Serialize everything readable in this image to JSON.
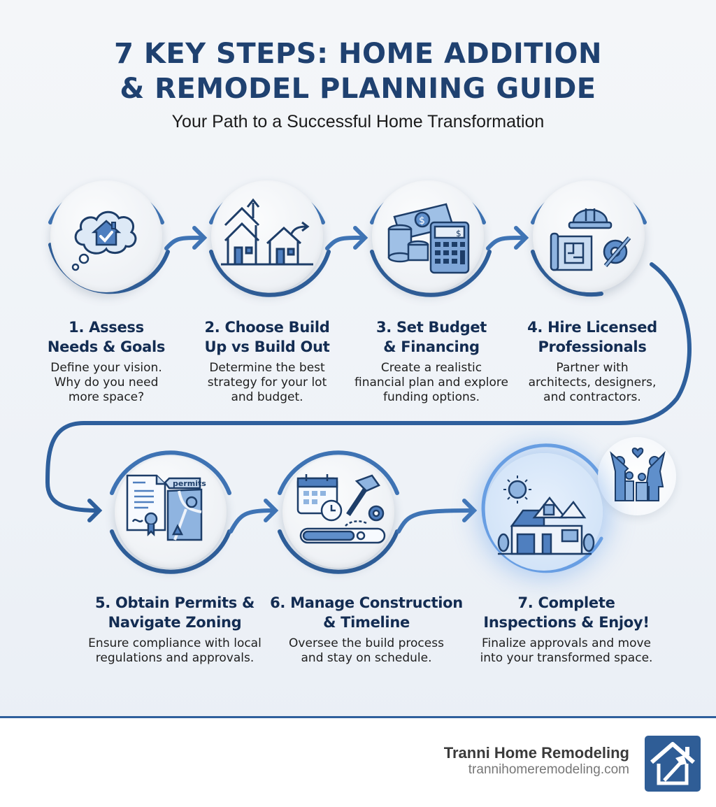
{
  "header": {
    "title_line1": "7 KEY STEPS: HOME ADDITION",
    "title_line2": "& REMODEL PLANNING GUIDE",
    "subtitle": "Your Path to a Successful Home Transformation"
  },
  "colors": {
    "primary": "#1f4170",
    "accent": "#3f74b5",
    "icon_fill": "#8fb4e0",
    "icon_stroke": "#1d3d68",
    "text_dark": "#132c52"
  },
  "steps": [
    {
      "title_line1": "1. Assess",
      "title_line2": "Needs & Goals",
      "desc_lines": [
        "Define your vision.",
        "Why do you need",
        "more space?"
      ],
      "icon": "thought-cloud-house-check-icon"
    },
    {
      "title_line1": "2. Choose Build",
      "title_line2": "Up vs Build Out",
      "desc_lines": [
        "Determine the best",
        "strategy for your lot",
        "and budget."
      ],
      "icon": "houses-build-up-out-icon"
    },
    {
      "title_line1": "3. Set Budget",
      "title_line2": "& Financing",
      "desc_lines": [
        "Create a realistic",
        "financial plan and explore",
        "funding options."
      ],
      "icon": "money-calculator-icon"
    },
    {
      "title_line1": "4. Hire Licensed",
      "title_line2": "Professionals",
      "desc_lines": [
        "Partner with",
        "architects, designers,",
        "and contractors."
      ],
      "icon": "hardhat-blueprint-tools-icon"
    },
    {
      "title_line1": "5. Obtain Permits &",
      "title_line2": "Navigate Zoning",
      "desc_lines": [
        "Ensure compliance with local",
        "regulations and approvals."
      ],
      "icon": "permit-document-map-icon",
      "tag_label": "permits"
    },
    {
      "title_line1": "6. Manage Construction",
      "title_line2": "& Timeline",
      "desc_lines": [
        "Oversee the build process",
        "and stay on schedule."
      ],
      "icon": "calendar-hammer-progress-icon"
    },
    {
      "title_line1": "7. Complete",
      "title_line2": "Inspections & Enjoy!",
      "desc_lines": [
        "Finalize approvals and move",
        "into your transformed space."
      ],
      "icon": "finished-house-family-icon"
    }
  ],
  "footer": {
    "brand_name": "Tranni Home Remodeling",
    "brand_url": "trannihomeremodeling.com",
    "logo_icon": "house-hammer-logo-icon"
  }
}
